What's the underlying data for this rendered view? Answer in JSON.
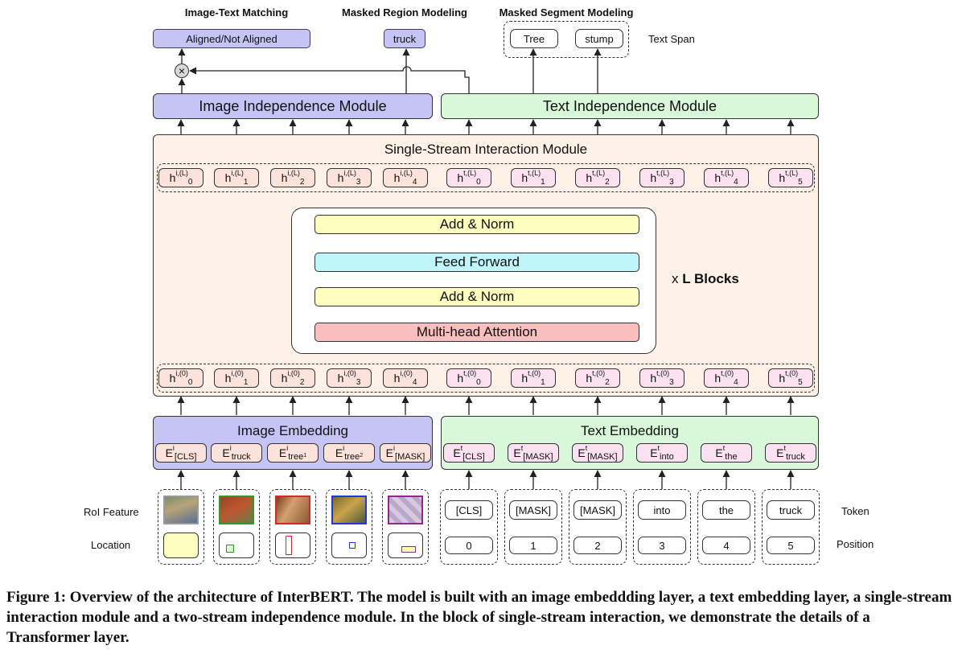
{
  "tasks": {
    "itm_title": "Image-Text Matching",
    "mrm_title": "Masked Region Modeling",
    "msm_title": "Masked Segment Modeling",
    "itm_output": "Aligned/Not Aligned",
    "mrm_output": "truck",
    "msm_outputs": [
      "Tree",
      "stump"
    ],
    "text_span_label": "Text Span"
  },
  "modules": {
    "image_independence": "Image Independence Module",
    "text_independence": "Text Independence Module",
    "single_stream": "Single-Stream Interaction Module",
    "image_embedding": "Image Embedding",
    "text_embedding": "Text Embedding"
  },
  "hidden_top": {
    "image": [
      {
        "base": "h",
        "sup": "i,(L)",
        "sub": "0"
      },
      {
        "base": "h",
        "sup": "i,(L)",
        "sub": "1"
      },
      {
        "base": "h",
        "sup": "i,(L)",
        "sub": "2"
      },
      {
        "base": "h",
        "sup": "i,(L)",
        "sub": "3"
      },
      {
        "base": "h",
        "sup": "i,(L)",
        "sub": "4"
      }
    ],
    "text": [
      {
        "base": "h",
        "sup": "t,(L)",
        "sub": "0"
      },
      {
        "base": "h",
        "sup": "t,(L)",
        "sub": "1"
      },
      {
        "base": "h",
        "sup": "t,(L)",
        "sub": "2"
      },
      {
        "base": "h",
        "sup": "t,(L)",
        "sub": "3"
      },
      {
        "base": "h",
        "sup": "t,(L)",
        "sub": "4"
      },
      {
        "base": "h",
        "sup": "t,(L)",
        "sub": "5"
      }
    ]
  },
  "hidden_bottom": {
    "image": [
      {
        "base": "h",
        "sup": "i,(0)",
        "sub": "0"
      },
      {
        "base": "h",
        "sup": "i,(0)",
        "sub": "1"
      },
      {
        "base": "h",
        "sup": "i,(0)",
        "sub": "2"
      },
      {
        "base": "h",
        "sup": "i,(0)",
        "sub": "3"
      },
      {
        "base": "h",
        "sup": "i,(0)",
        "sub": "4"
      }
    ],
    "text": [
      {
        "base": "h",
        "sup": "t,(0)",
        "sub": "0"
      },
      {
        "base": "h",
        "sup": "t,(0)",
        "sub": "1"
      },
      {
        "base": "h",
        "sup": "t,(0)",
        "sub": "2"
      },
      {
        "base": "h",
        "sup": "t,(0)",
        "sub": "3"
      },
      {
        "base": "h",
        "sup": "t,(0)",
        "sub": "4"
      },
      {
        "base": "h",
        "sup": "t,(0)",
        "sub": "5"
      }
    ]
  },
  "transformer": {
    "layers": [
      "Add & Norm",
      "Feed Forward",
      "Add & Norm",
      "Multi-head Attention"
    ],
    "repeat_prefix": "x",
    "repeat_label": "L Blocks"
  },
  "embeddings": {
    "image": [
      {
        "base": "E",
        "sup": "i",
        "sub": "[CLS]"
      },
      {
        "base": "E",
        "sup": "i",
        "sub": "truck"
      },
      {
        "base": "E",
        "sup": "i",
        "sub": "tree",
        "subsub": "1"
      },
      {
        "base": "E",
        "sup": "i",
        "sub": "tree",
        "subsub": "2"
      },
      {
        "base": "E",
        "sup": "i",
        "sub": "[MASK]"
      }
    ],
    "text": [
      {
        "base": "E",
        "sup": "t",
        "sub": "[CLS]"
      },
      {
        "base": "E",
        "sup": "t",
        "sub": "[MASK]"
      },
      {
        "base": "E",
        "sup": "t",
        "sub": "[MASK]"
      },
      {
        "base": "E",
        "sup": "t",
        "sub": "into"
      },
      {
        "base": "E",
        "sup": "t",
        "sub": "the"
      },
      {
        "base": "E",
        "sup": "t",
        "sub": "truck"
      }
    ]
  },
  "inputs": {
    "roi_label": "RoI Feature",
    "location_label": "Location",
    "token_label": "Token",
    "position_label": "Position",
    "roi_border_colors": [
      "#9a9a9a",
      "#2e9a2e",
      "#d62a2a",
      "#2535d6",
      "#8a2a8a"
    ],
    "tokens": [
      "[CLS]",
      "[MASK]",
      "[MASK]",
      "into",
      "the",
      "truck"
    ],
    "positions": [
      "0",
      "1",
      "2",
      "3",
      "4",
      "5"
    ]
  },
  "caption": "Figure 1: Overview of the architecture of InterBERT. The model is built with an image embeddding layer, a text embedding layer, a single-stream interaction module and a two-stream independence module. In the block of single-stream interaction, we demonstrate the details of a Transformer layer."
}
